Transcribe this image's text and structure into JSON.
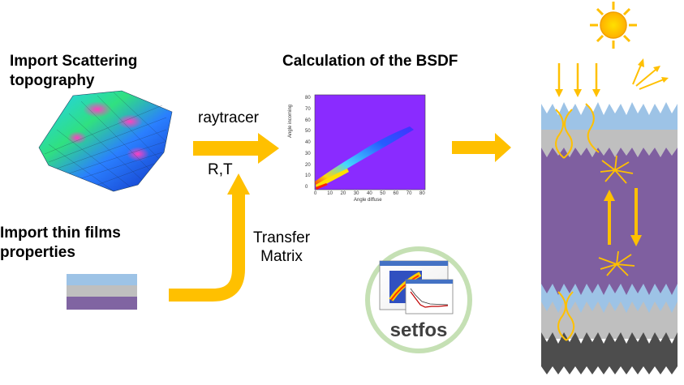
{
  "labels": {
    "import_scattering_line1": "Import Scattering",
    "import_scattering_line2": "topography",
    "calc_bsdf": "Calculation of the BSDF",
    "raytracer": "raytracer",
    "rt": "R,T",
    "import_thin_line1": "Import thin films",
    "import_thin_line2": "properties",
    "transfer_line1": "Transfer",
    "transfer_line2": "Matrix",
    "setfos": "setfos"
  },
  "bsdf_plot": {
    "ylabel": "Angle incoming",
    "xlabel": "Angle diffuse",
    "x_ticks": [
      "0",
      "10",
      "20",
      "30",
      "40",
      "50",
      "60",
      "70",
      "80"
    ],
    "y_ticks": [
      "0",
      "10",
      "20",
      "30",
      "40",
      "50",
      "60",
      "70",
      "80"
    ]
  },
  "colors": {
    "arrow": "#ffc000",
    "film_top": "#9dc3e6",
    "film_mid": "#bfbfbf",
    "film_bottom": "#8064a2",
    "cell_purple": "#7f5fa0",
    "setfos_ring": "#c5e0b4"
  }
}
